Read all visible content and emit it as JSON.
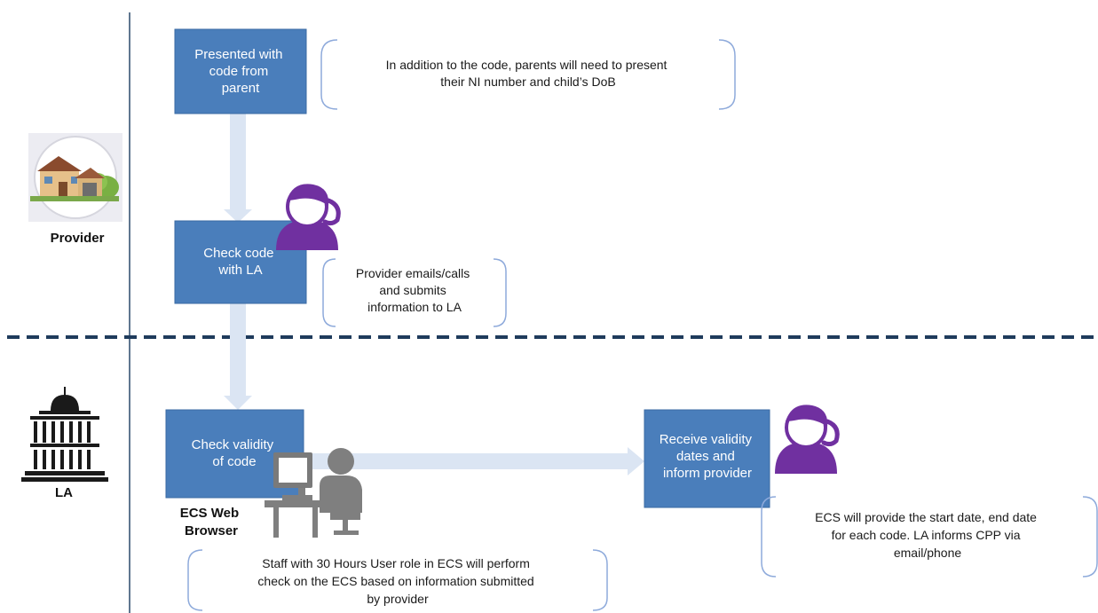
{
  "lanes": {
    "provider": "Provider",
    "la": "LA"
  },
  "process_boxes": {
    "presented": [
      "Presented with",
      "code from",
      "parent"
    ],
    "check_code": [
      "Check code",
      "with LA"
    ],
    "check_validity": [
      "Check validity",
      "of code"
    ],
    "receive_validity": [
      "Receive validity",
      "dates and",
      "inform provider"
    ]
  },
  "notes": {
    "parents_present": [
      "In addition to the code, parents will need to present",
      "their NI number and child’s DoB"
    ],
    "provider_emails": [
      "Provider emails/calls",
      "and submits",
      "information to LA"
    ],
    "staff_check": [
      "Staff with 30 Hours User role in ECS will perform",
      "check on the ECS based on information submitted",
      "by provider"
    ],
    "ecs_provide": [
      "ECS will provide the start date, end date",
      "for each code. LA informs CPP via",
      "email/phone"
    ]
  },
  "captions": {
    "ecs_web_browser": [
      "ECS Web",
      "Browser"
    ]
  },
  "colors": {
    "box_fill": "#4a7ebb",
    "box_stroke": "#3a6aa3",
    "arrow_fill": "#dbe5f3",
    "divider": "#1f3b5c",
    "person": "#7030a0",
    "computer_user": "#7f7f7f",
    "bracket": "#8eaadb"
  },
  "icons": {
    "provider": "house-icon",
    "la": "government-building-icon",
    "phone_user": "person-phone-icon",
    "computer_user": "person-computer-icon"
  }
}
